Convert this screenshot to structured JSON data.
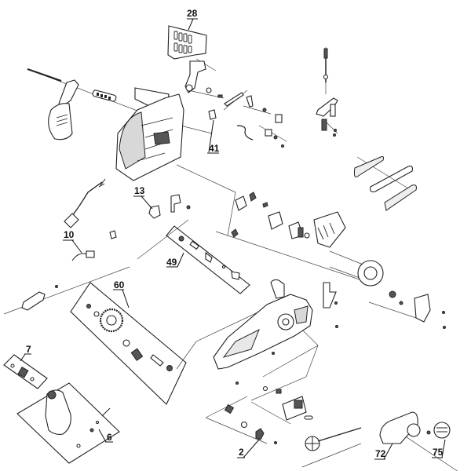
{
  "diagram": {
    "type": "exploded-parts-diagram",
    "part_labels": {
      "p28": "28",
      "p41": "41",
      "p13": "13",
      "p10": "10",
      "p49": "49",
      "p60": "60",
      "p7": "7",
      "p6": "6",
      "p2": "2",
      "p72": "72",
      "p75": "75"
    }
  }
}
